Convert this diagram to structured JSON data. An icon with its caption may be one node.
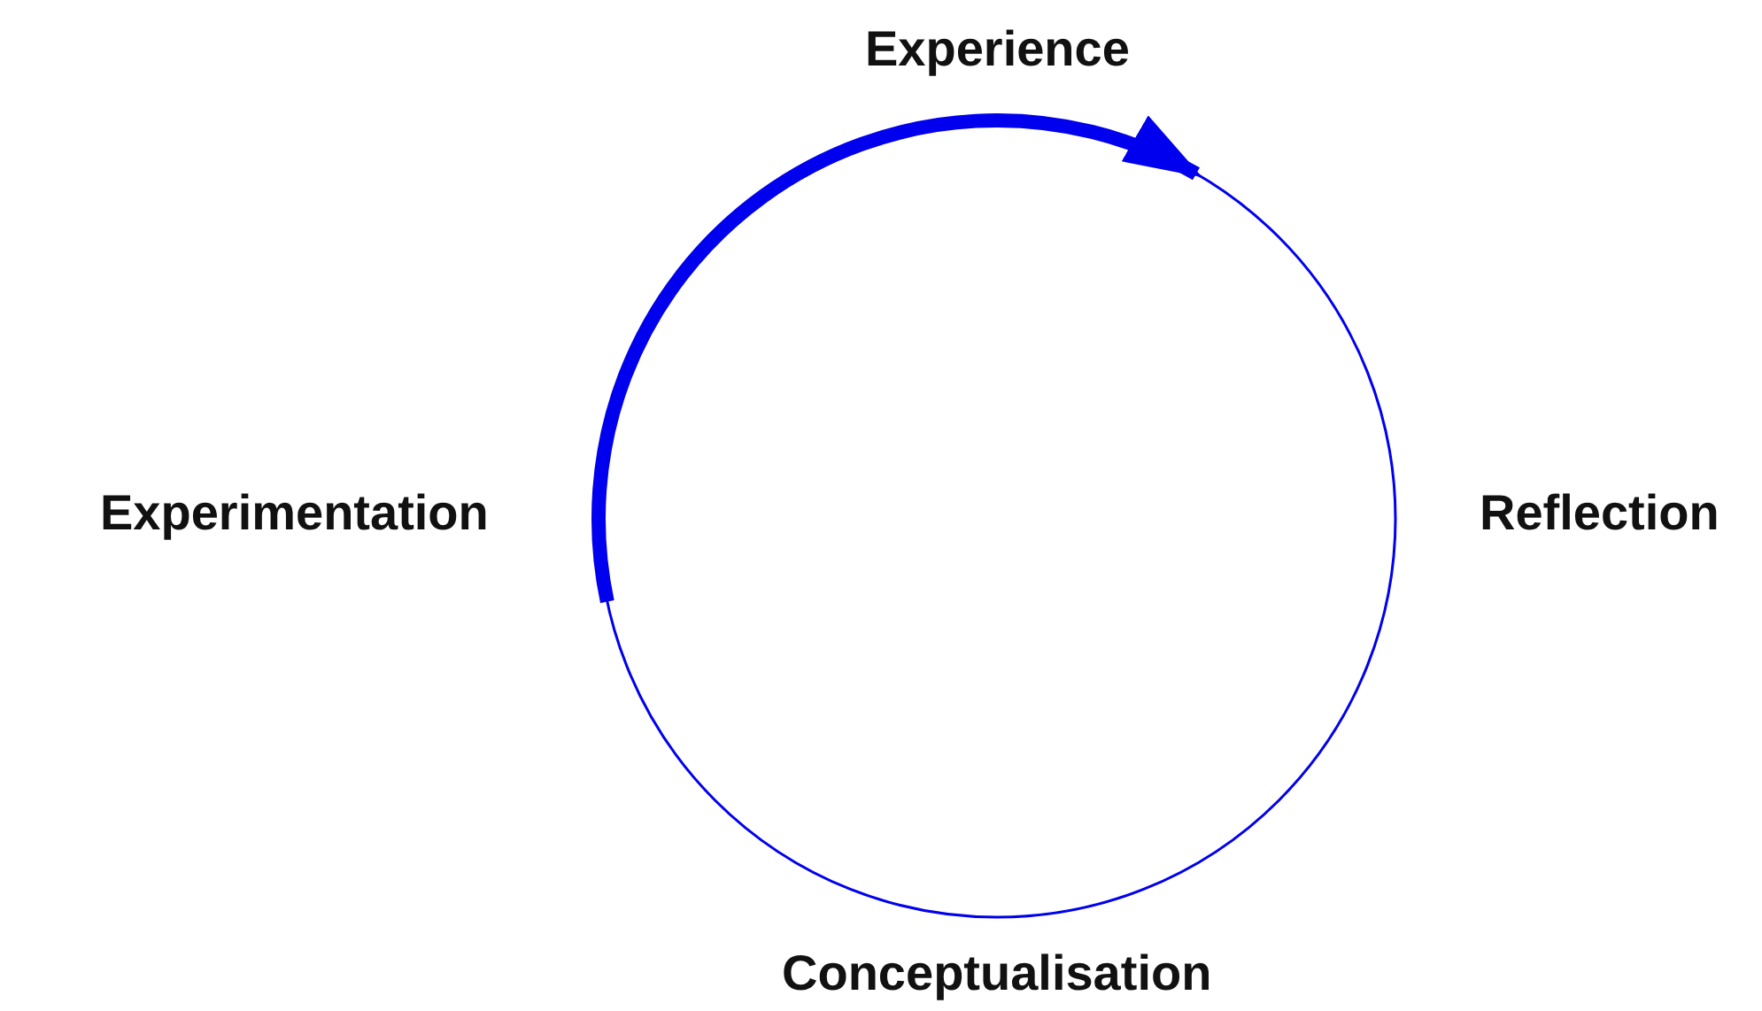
{
  "diagram": {
    "nodes": [
      {
        "text": [
          "Experience"
        ]
      },
      {
        "text": [
          "Reflection"
        ]
      },
      {
        "text": [
          "Conceptualisation"
        ]
      },
      {
        "text": [
          "Experimentation"
        ]
      }
    ],
    "edges": [
      {
        "from": 0,
        "to": 1,
        "arrow": "none"
      },
      {
        "from": 1,
        "to": 2,
        "arrow": "none"
      },
      {
        "from": 2,
        "to": 3,
        "arrow": "none"
      },
      {
        "from": 3,
        "to": 0,
        "arrow": "to",
        "style": "thick"
      }
    ]
  }
}
